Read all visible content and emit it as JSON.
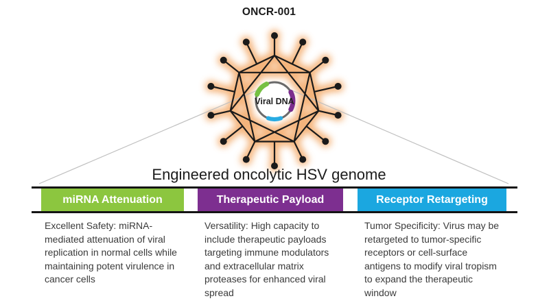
{
  "palette": {
    "glow": "#F2A25C",
    "capsid": "#1a1a1a",
    "callout_line": "#bfbfbf",
    "plasmid_ring": "#6a6a6a",
    "plasmid_green": "#76C043",
    "plasmid_purple": "#7B2E8E",
    "plasmid_cyan": "#29ABE2",
    "segment_green": "#8CC63F",
    "segment_purple": "#7D2F90",
    "segment_blue": "#1BA7E0"
  },
  "header": {
    "title": "ONCR-001"
  },
  "virus": {
    "label": "Viral DNA"
  },
  "genome": {
    "heading": "Engineered oncolytic HSV genome",
    "segments": [
      {
        "label": "miRNA Attenuation",
        "color": "#8CC63F",
        "description": "Excellent Safety:  miRNA-\nmediated attenuation of viral\nreplication in normal cells while\nmaintaining potent virulence in\ncancer cells"
      },
      {
        "label": "Therapeutic Payload",
        "color": "#7D2F90",
        "description": "Versatility: High capacity to\ninclude therapeutic payloads\ntargeting immune modulators\nand extracellular matrix\nproteases for enhanced viral\nspread"
      },
      {
        "label": "Receptor Retargeting",
        "color": "#1BA7E0",
        "description": "Tumor Specificity: Virus may be\nretargeted to tumor-specific\nreceptors or cell-surface\nantigens to modify viral tropism\nto expand the therapeutic\nwindow"
      }
    ]
  }
}
